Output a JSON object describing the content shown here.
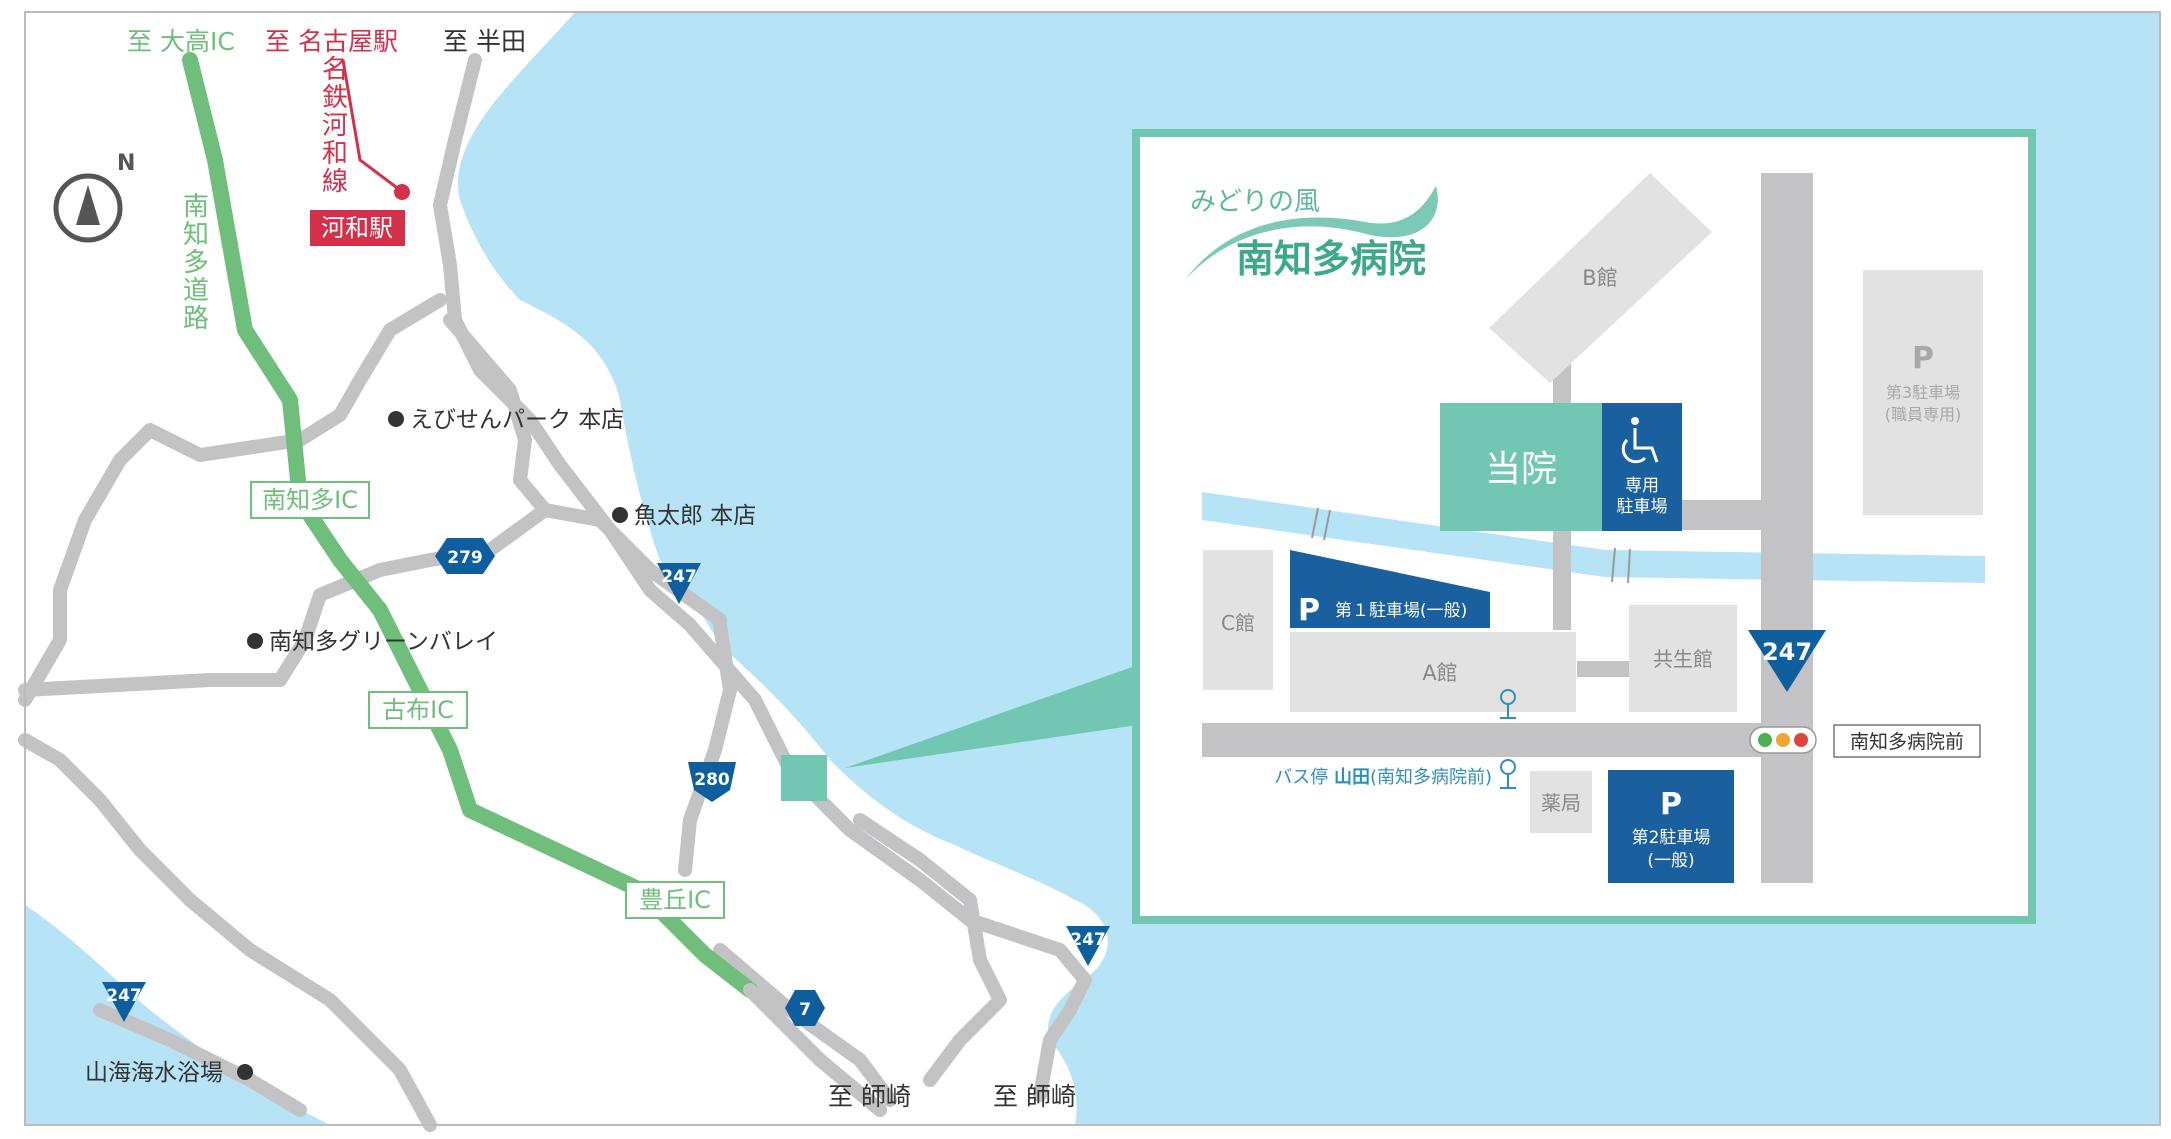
{
  "colors": {
    "sea": "#b7e3f6",
    "land": "#ffffff",
    "road": "#c3c3c5",
    "expressway": "#6fbe7c",
    "rail": "#d4304b",
    "route_shield": "#0f5f9e",
    "parking": "#1a5f9e",
    "hospital": "#72c7b2",
    "inset_border": "#72c7b2",
    "building": "#e2e2e2",
    "text": "#333333"
  },
  "labels": {
    "to_otaka": "至 大高IC",
    "to_nagoya": "至 名古屋駅",
    "to_handa": "至 半田",
    "to_morozaki_left": "至 師崎",
    "to_morozaki_right": "至 師崎",
    "north": "N"
  },
  "railway": {
    "name": "名鉄河和線",
    "station": "河和駅"
  },
  "expressway": {
    "name": "南知多道路"
  },
  "interchanges": [
    "南知多IC",
    "古布IC",
    "豊丘IC"
  ],
  "routes": [
    "279",
    "247",
    "280",
    "247",
    "247",
    "7"
  ],
  "places": [
    "えびせんパーク 本店",
    "魚太郎 本店",
    "南知多グリーンバレイ",
    "山海海水浴場"
  ],
  "inset": {
    "hospital_name_sub": "みどりの風",
    "hospital_name": "南知多病院",
    "this_hospital": "当院",
    "accessible_parking": [
      "専用",
      "駐車場"
    ],
    "building_a": "A館",
    "building_b": "B館",
    "building_c": "C館",
    "building_kyosei": "共生館",
    "pharmacy": "薬局",
    "parking1": "第１駐車場(一般)",
    "parking2": [
      "第2駐車場",
      "(一般)"
    ],
    "parking3": [
      "第3駐車場",
      "(職員専用)"
    ],
    "parking_letter": "P",
    "route_247": "247",
    "intersection": "南知多病院前",
    "bus_stop_prefix": "バス停 ",
    "bus_stop_name": "山田",
    "bus_stop_suffix": "(南知多病院前)"
  }
}
